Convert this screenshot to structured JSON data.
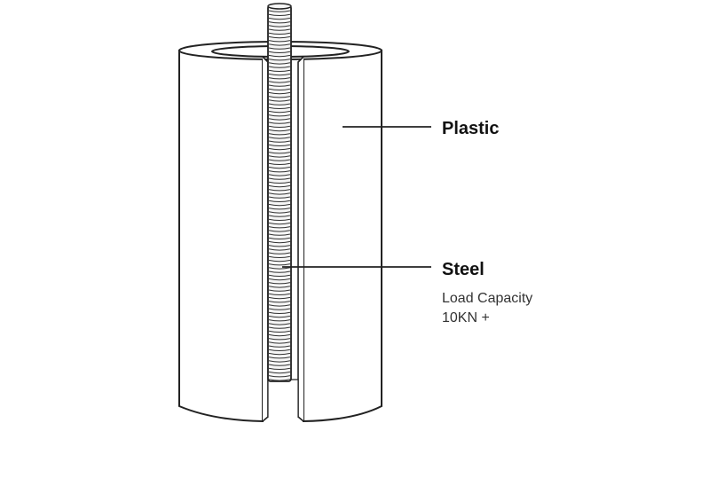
{
  "labels": {
    "plastic": "Plastic",
    "steel": "Steel",
    "steel_note_line1": "Load Capacity",
    "steel_note_line2": "10KN +"
  },
  "colors": {
    "stroke": "#222222",
    "fill": "#ffffff",
    "text": "#111111",
    "note_text": "#333333"
  }
}
